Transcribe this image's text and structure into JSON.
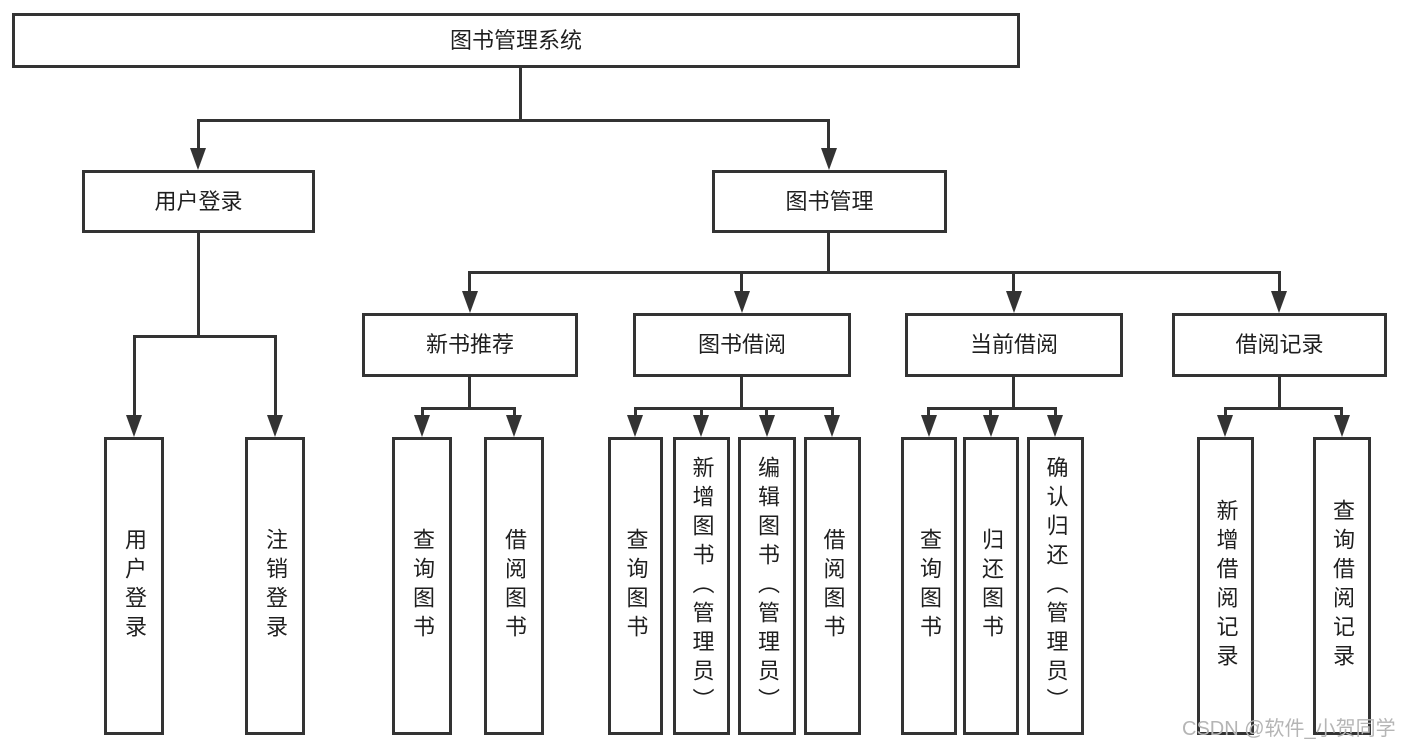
{
  "tree": {
    "root": {
      "label": "图书管理系统"
    },
    "children": [
      {
        "label": "用户登录",
        "children": [
          {
            "label": "用户登录"
          },
          {
            "label": "注销登录"
          }
        ]
      },
      {
        "label": "图书管理",
        "children": [
          {
            "label": "新书推荐",
            "children": [
              {
                "label": "查询图书"
              },
              {
                "label": "借阅图书"
              }
            ]
          },
          {
            "label": "图书借阅",
            "children": [
              {
                "label": "查询图书"
              },
              {
                "label": "新增图书（管理员）"
              },
              {
                "label": "编辑图书（管理员）"
              },
              {
                "label": "借阅图书"
              }
            ]
          },
          {
            "label": "当前借阅",
            "children": [
              {
                "label": "查询图书"
              },
              {
                "label": "归还图书"
              },
              {
                "label": "确认归还（管理员）"
              }
            ]
          },
          {
            "label": "借阅记录",
            "children": [
              {
                "label": "新增借阅记录"
              },
              {
                "label": "查询借阅记录"
              }
            ]
          }
        ]
      }
    ]
  },
  "watermark": {
    "text": "CSDN @软件_小贺同学"
  },
  "colors": {
    "line": "#333333",
    "text": "#1f1f1f",
    "watermark": "#b5b5b5",
    "background": "#ffffff"
  }
}
